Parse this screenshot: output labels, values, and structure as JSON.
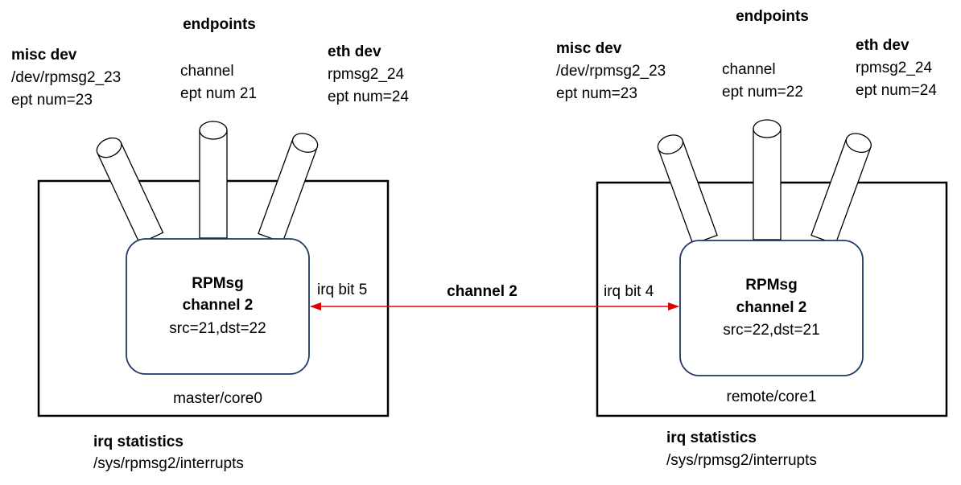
{
  "link": {
    "label": "channel 2",
    "arrow_color": "#e00000"
  },
  "colors": {
    "inner_box_border": "#1f3864",
    "outer_box_border": "#000000"
  },
  "master": {
    "endpoints_title": "endpoints",
    "misc": {
      "title": "misc dev",
      "line1": "/dev/rpmsg2_23",
      "line2": "ept num=23"
    },
    "channel": {
      "line1": "channel",
      "line2": "ept num 21"
    },
    "eth": {
      "title": "eth dev",
      "line1": "rpmsg2_24",
      "line2": "ept num=24"
    },
    "rpmsg": {
      "title1": "RPMsg",
      "title2": "channel 2",
      "addr": "src=21,dst=22"
    },
    "irq_bit": "irq bit 5",
    "core_label": "master/core0",
    "irq_stats": {
      "title": "irq statistics",
      "path": "/sys/rpmsg2/interrupts"
    }
  },
  "remote": {
    "endpoints_title": "endpoints",
    "misc": {
      "title": "misc dev",
      "line1": "/dev/rpmsg2_23",
      "line2": "ept num=23"
    },
    "channel": {
      "line1": "channel",
      "line2": "ept num=22"
    },
    "eth": {
      "title": "eth dev",
      "line1": "rpmsg2_24",
      "line2": "ept num=24"
    },
    "rpmsg": {
      "title1": "RPMsg",
      "title2": "channel 2",
      "addr": "src=22,dst=21"
    },
    "irq_bit": "irq bit 4",
    "core_label": "remote/core1",
    "irq_stats": {
      "title": "irq statistics",
      "path": "/sys/rpmsg2/interrupts"
    }
  }
}
